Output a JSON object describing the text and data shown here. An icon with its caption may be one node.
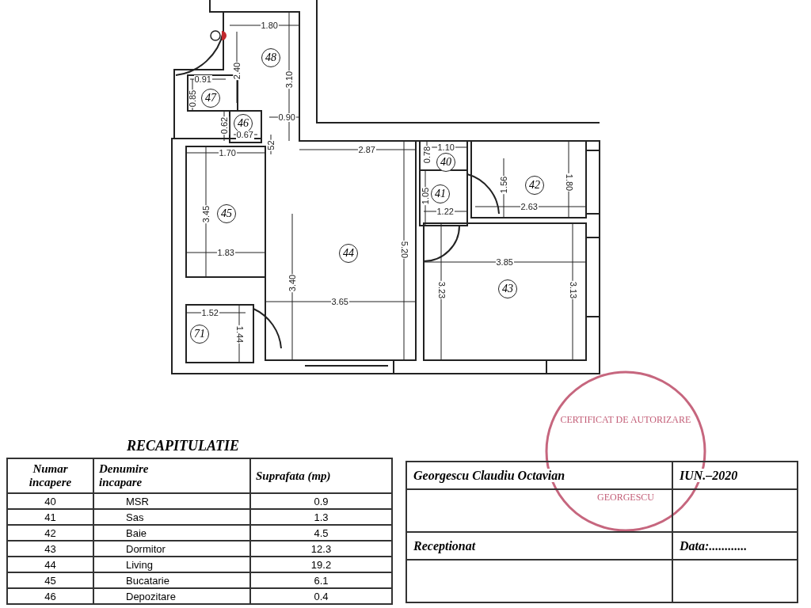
{
  "diagram": {
    "labels": [
      "48",
      "47",
      "46",
      "45",
      "44",
      "40",
      "41",
      "42",
      "43",
      "71",
      "1.80",
      "2.40",
      "3.10",
      "0.91",
      "0.85",
      "0.62",
      "0.67",
      "0.90",
      "52",
      "1.70",
      "2.87",
      "1.10",
      "0.78",
      "1.05",
      "1.22",
      "1.56",
      "2.63",
      "1.80",
      "3.45",
      "1.83",
      "5.20",
      "3.40",
      "3.65",
      "3.85",
      "3.23",
      "3.13",
      "1.52",
      "1.44",
      "RECAPITULATIE",
      "Numar incapere",
      "Denumire incapare",
      "Suprafata (mp)",
      "40",
      "MSR",
      "0.9",
      "41",
      "Sas",
      "1.3",
      "42",
      "Baie",
      "4.5",
      "43",
      "Dormitor",
      "12.3",
      "44",
      "Living",
      "19.2",
      "45",
      "Bucatarie",
      "6.1",
      "46",
      "Depozitare",
      "0.4",
      "Georgescu Claudiu Octavian",
      "IUN.–2020",
      "Receptionat",
      "Data:............",
      "CERTIFICAT DE AUTORIZARE",
      "GEORGESCU"
    ]
  }
}
